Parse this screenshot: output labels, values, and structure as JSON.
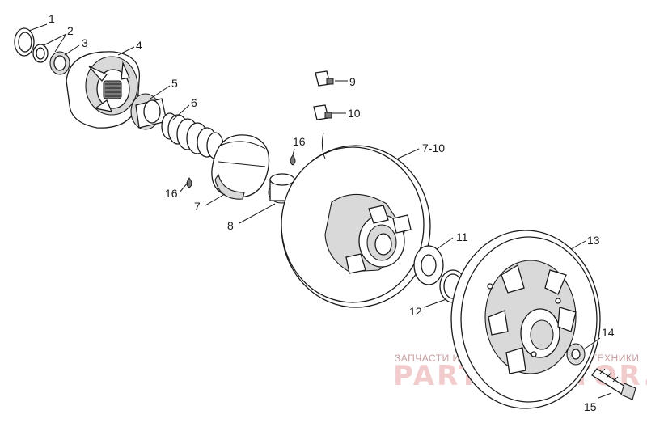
{
  "callouts": [
    {
      "id": "c1",
      "text": "1"
    },
    {
      "id": "c2",
      "text": "2"
    },
    {
      "id": "c3",
      "text": "3"
    },
    {
      "id": "c4",
      "text": "4"
    },
    {
      "id": "c5",
      "text": "5"
    },
    {
      "id": "c6",
      "text": "6"
    },
    {
      "id": "c7",
      "text": "7"
    },
    {
      "id": "c8",
      "text": "8"
    },
    {
      "id": "c9",
      "text": "9"
    },
    {
      "id": "c10",
      "text": "10"
    },
    {
      "id": "c11",
      "text": "11"
    },
    {
      "id": "c12",
      "text": "12"
    },
    {
      "id": "c13",
      "text": "13"
    },
    {
      "id": "c14",
      "text": "14"
    },
    {
      "id": "c15",
      "text": "15"
    },
    {
      "id": "c16a",
      "text": "16"
    },
    {
      "id": "c16b",
      "text": "16"
    },
    {
      "id": "c710",
      "text": "7-10"
    }
  ],
  "watermark": {
    "line1": "ЗАПЧАСТИ И АКСЕССУАРЫ ДЛЯ МОТОТЕХНИКИ",
    "line2": "PARTS-MOTOR.RU"
  },
  "colors": {
    "ink": "#1a1a1a",
    "watermark": "#e8b0b0"
  }
}
